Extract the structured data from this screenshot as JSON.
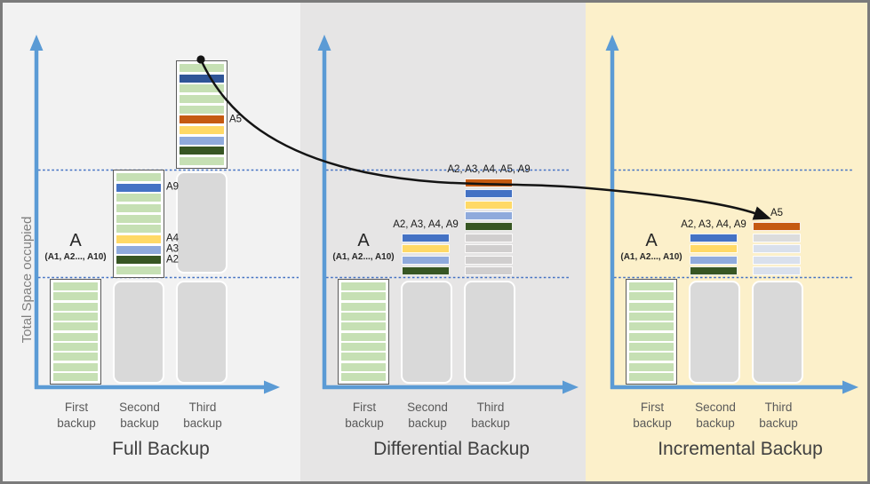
{
  "y_axis_label": "Total Space occupied",
  "colors": {
    "panel_full_bg": "#F2F2F2",
    "panel_diff_bg": "#E6E5E5",
    "panel_incr_bg": "#FCF0CA",
    "axis": "#5B9BD5",
    "dotted_line": "#4472C4",
    "curve": "#141414",
    "ghost_fill": "#D9D9D9",
    "bar_bg": "#FFFFFF",
    "bar_border": "#595959",
    "light_green": "#C6E0B4",
    "dark_blue": "#2F5597",
    "mid_blue": "#4472C4",
    "orange": "#C55A11",
    "yellow": "#FFD966",
    "light_blue": "#8FAADC",
    "dark_green": "#375623",
    "gray_stripe": "#D0CECE",
    "pale_gray_stripe": "#DCDCDC",
    "pale_blue_stripe": "#D9E0EC",
    "tick_text": "#595959",
    "title_text": "#3F3F3F",
    "ylabel_text": "#808080",
    "annotation_text": "#1A1A1A"
  },
  "panels": [
    {
      "id": "full-backup",
      "title": "Full Backup",
      "x_tick_labels": [
        {
          "line1": "First",
          "line2": "backup"
        },
        {
          "line1": "Second",
          "line2": "backup"
        },
        {
          "line1": "Third",
          "line2": "backup"
        }
      ],
      "columns": [
        {
          "items": [
            {
              "kind": "bar",
              "row": 0,
              "above_big": "A",
              "above_small": "(A1, A2..., A10)",
              "stripes": [
                {
                  "c": "light_green"
                },
                {
                  "c": "light_green"
                },
                {
                  "c": "light_green"
                },
                {
                  "c": "light_green"
                },
                {
                  "c": "light_green"
                },
                {
                  "c": "light_green"
                },
                {
                  "c": "light_green"
                },
                {
                  "c": "light_green"
                },
                {
                  "c": "light_green"
                },
                {
                  "c": "light_green"
                }
              ]
            }
          ]
        },
        {
          "items": [
            {
              "kind": "ghost",
              "row": 0
            },
            {
              "kind": "bar",
              "row": 1,
              "stripes": [
                {
                  "c": "light_green"
                },
                {
                  "c": "mid_blue",
                  "label": "A9"
                },
                {
                  "c": "light_green"
                },
                {
                  "c": "light_green"
                },
                {
                  "c": "light_green"
                },
                {
                  "c": "light_green"
                },
                {
                  "c": "yellow",
                  "label": "A4"
                },
                {
                  "c": "light_blue",
                  "label": "A3"
                },
                {
                  "c": "dark_green",
                  "label": "A2"
                },
                {
                  "c": "light_green"
                }
              ]
            }
          ]
        },
        {
          "items": [
            {
              "kind": "ghost",
              "row": 0
            },
            {
              "kind": "ghost",
              "row": 1
            },
            {
              "kind": "bar",
              "row": 2,
              "stripes": [
                {
                  "c": "light_green"
                },
                {
                  "c": "dark_blue"
                },
                {
                  "c": "light_green"
                },
                {
                  "c": "light_green"
                },
                {
                  "c": "light_green"
                },
                {
                  "c": "orange",
                  "label": "A5"
                },
                {
                  "c": "yellow"
                },
                {
                  "c": "light_blue"
                },
                {
                  "c": "dark_green"
                },
                {
                  "c": "light_green"
                }
              ]
            }
          ]
        }
      ]
    },
    {
      "id": "differential-backup",
      "title": "Differential Backup",
      "x_tick_labels": [
        {
          "line1": "First",
          "line2": "backup"
        },
        {
          "line1": "Second",
          "line2": "backup"
        },
        {
          "line1": "Third",
          "line2": "backup"
        }
      ],
      "columns": [
        {
          "items": [
            {
              "kind": "bar",
              "row": 0,
              "above_big": "A",
              "above_small": "(A1, A2..., A10)",
              "stripes": [
                {
                  "c": "light_green"
                },
                {
                  "c": "light_green"
                },
                {
                  "c": "light_green"
                },
                {
                  "c": "light_green"
                },
                {
                  "c": "light_green"
                },
                {
                  "c": "light_green"
                },
                {
                  "c": "light_green"
                },
                {
                  "c": "light_green"
                },
                {
                  "c": "light_green"
                },
                {
                  "c": "light_green"
                }
              ]
            }
          ]
        },
        {
          "items": [
            {
              "kind": "ghost",
              "row": 0
            },
            {
              "kind": "floats",
              "label": "A2, A3, A4, A9",
              "stripes": [
                {
                  "c": "mid_blue"
                },
                {
                  "c": "yellow"
                },
                {
                  "c": "light_blue"
                },
                {
                  "c": "dark_green"
                }
              ]
            }
          ]
        },
        {
          "items": [
            {
              "kind": "ghost",
              "row": 0
            },
            {
              "kind": "floats",
              "label": "A2, A3, A4, A5, A9",
              "stripes": [
                {
                  "c": "orange"
                },
                {
                  "c": "mid_blue"
                },
                {
                  "c": "yellow"
                },
                {
                  "c": "light_blue"
                },
                {
                  "c": "dark_green"
                },
                {
                  "c": "gray_stripe"
                },
                {
                  "c": "gray_stripe"
                },
                {
                  "c": "gray_stripe"
                },
                {
                  "c": "gray_stripe"
                }
              ]
            }
          ]
        }
      ]
    },
    {
      "id": "incremental-backup",
      "title": "Incremental Backup",
      "x_tick_labels": [
        {
          "line1": "First",
          "line2": "backup"
        },
        {
          "line1": "Second",
          "line2": "backup"
        },
        {
          "line1": "Third",
          "line2": "backup"
        }
      ],
      "columns": [
        {
          "items": [
            {
              "kind": "bar",
              "row": 0,
              "above_big": "A",
              "above_small": "(A1, A2..., A10)",
              "stripes": [
                {
                  "c": "light_green"
                },
                {
                  "c": "light_green"
                },
                {
                  "c": "light_green"
                },
                {
                  "c": "light_green"
                },
                {
                  "c": "light_green"
                },
                {
                  "c": "light_green"
                },
                {
                  "c": "light_green"
                },
                {
                  "c": "light_green"
                },
                {
                  "c": "light_green"
                },
                {
                  "c": "light_green"
                }
              ]
            }
          ]
        },
        {
          "items": [
            {
              "kind": "ghost",
              "row": 0
            },
            {
              "kind": "floats",
              "label": "A2, A3, A4, A9",
              "stripes": [
                {
                  "c": "mid_blue"
                },
                {
                  "c": "yellow"
                },
                {
                  "c": "light_blue"
                },
                {
                  "c": "dark_green"
                }
              ]
            }
          ]
        },
        {
          "items": [
            {
              "kind": "ghost",
              "row": 0
            },
            {
              "kind": "floats",
              "label": "A5",
              "stripes": [
                {
                  "c": "orange"
                },
                {
                  "c": "pale_gray_stripe"
                },
                {
                  "c": "pale_blue_stripe"
                },
                {
                  "c": "pale_blue_stripe"
                },
                {
                  "c": "pale_blue_stripe"
                }
              ]
            }
          ]
        }
      ]
    }
  ]
}
